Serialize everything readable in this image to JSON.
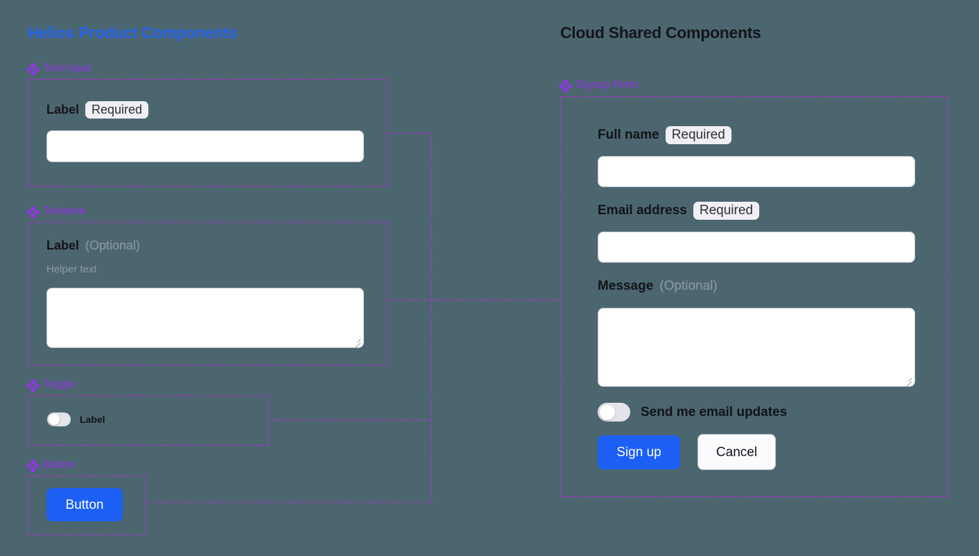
{
  "background_color": "#4c666f",
  "accent_colors": {
    "left_title": "#2563eb",
    "right_title": "#13161c",
    "section_header": "#9333ea",
    "dashed_border": "#c026e8",
    "primary_button": "#1c5ff5",
    "input_border": "#b9bec9",
    "badge_background": "#f0f0f4",
    "muted_text": "#8e9ba3",
    "toggle_track": "#e4e5ea"
  },
  "left_column": {
    "title": "Helios Product Components",
    "sections": [
      {
        "name": "text-input",
        "header": "Text Input",
        "icon": "diamond-icon",
        "label": "Label",
        "badge": "Required",
        "input_value": "",
        "input_placeholder": ""
      },
      {
        "name": "textarea",
        "header": "Textarea",
        "icon": "diamond-icon",
        "label": "Label",
        "optional": "(Optional)",
        "helper_text": "Helper text",
        "input_value": "",
        "input_placeholder": ""
      },
      {
        "name": "toggle",
        "header": "Toggle",
        "icon": "diamond-icon",
        "label": "Label",
        "state": "off"
      },
      {
        "name": "button",
        "header": "Button",
        "icon": "diamond-icon",
        "button_label": "Button"
      }
    ]
  },
  "right_column": {
    "title": "Cloud Shared Components",
    "sections": [
      {
        "name": "signup-form",
        "header": "Signup Form",
        "icon": "diamond-icon",
        "fields": [
          {
            "label": "Full name",
            "badge": "Required",
            "value": "",
            "placeholder": "",
            "type": "text"
          },
          {
            "label": "Email address",
            "badge": "Required",
            "value": "",
            "placeholder": "",
            "type": "text"
          },
          {
            "label": "Message",
            "optional": "(Optional)",
            "value": "",
            "placeholder": "",
            "type": "textarea"
          }
        ],
        "toggle": {
          "label": "Send me email updates",
          "state": "off"
        },
        "actions": {
          "primary": "Sign up",
          "secondary": "Cancel"
        }
      }
    ]
  }
}
